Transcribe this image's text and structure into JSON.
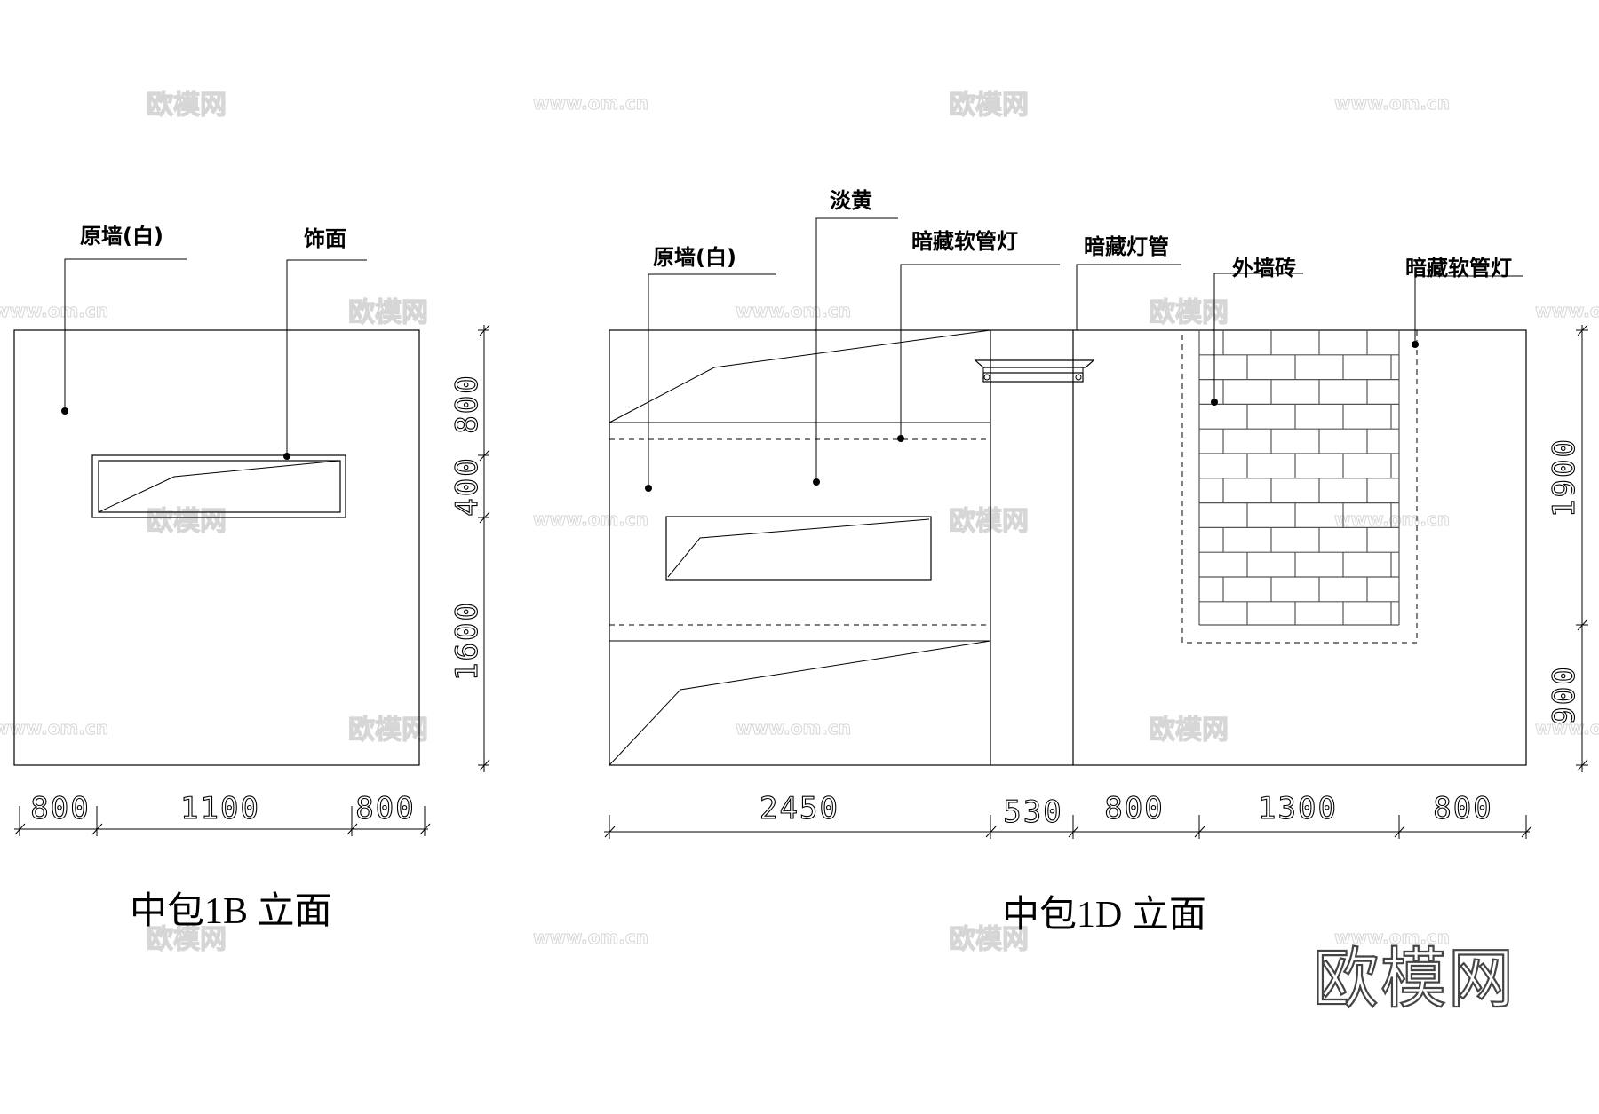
{
  "watermark": {
    "brand": "欧模网",
    "url": "www.om.cn"
  },
  "logo": "欧模网",
  "elevation_1b": {
    "title": "中包1B 立面",
    "labels": {
      "original_wall": "原墙(白)",
      "finish_face": "饰面"
    },
    "dims_horizontal": [
      "800",
      "1100",
      "800"
    ],
    "dims_vertical": [
      "800",
      "400",
      "1600"
    ]
  },
  "elevation_1d": {
    "title": "中包1D 立面",
    "labels": {
      "original_wall": "原墙(白)",
      "light_yellow": "淡黄",
      "hidden_hose_light_1": "暗藏软管灯",
      "hidden_tube_light": "暗藏灯管",
      "exterior_brick": "外墙砖",
      "hidden_hose_light_2": "暗藏软管灯"
    },
    "dims_horizontal": [
      "2450",
      "530",
      "800",
      "1300",
      "800"
    ],
    "dims_vertical": [
      "1900",
      "900"
    ]
  }
}
